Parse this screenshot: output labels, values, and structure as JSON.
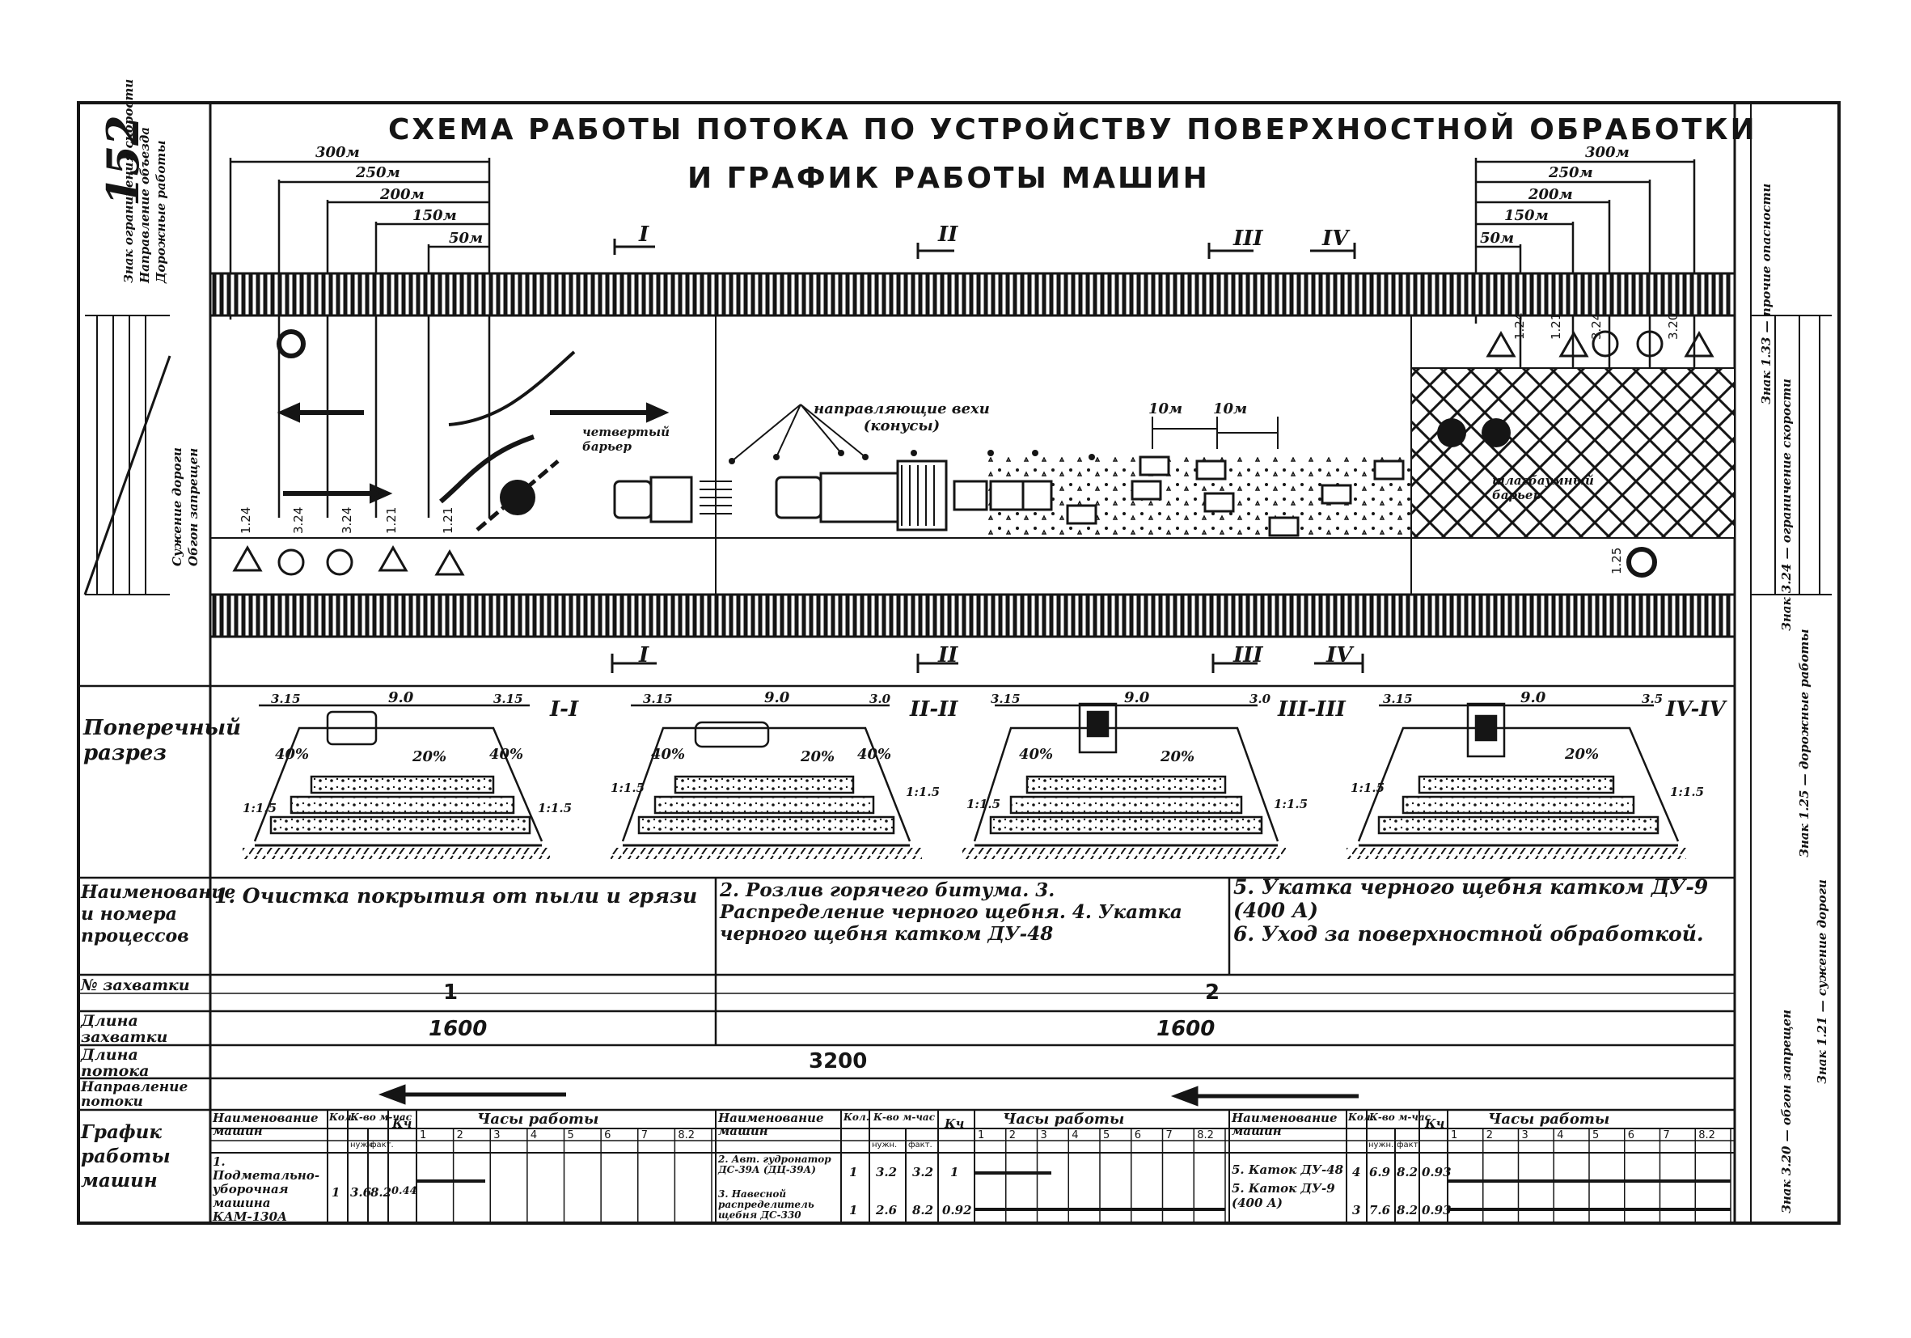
{
  "page_number": "152",
  "title_line1": "СХЕМА РАБОТЫ ПОТОКА ПО УСТРОЙСТВУ ПОВЕРХНОСТНОЙ ОБРАБОТКИ",
  "title_line2": "И ГРАФИК РАБОТЫ МАШИН",
  "distances_left": [
    "300м",
    "250м",
    "200м",
    "150м",
    "50м"
  ],
  "distances_right": [
    "300м",
    "250м",
    "200м",
    "150м",
    "50м"
  ],
  "spacing_labels": [
    "10м",
    "10м"
  ],
  "section_marks_top": [
    "I",
    "II",
    "III",
    "IV"
  ],
  "section_marks_bottom": [
    "I",
    "II",
    "III",
    "IV"
  ],
  "plan_notes": {
    "guide_poles": "направляющие вехи (конусы)",
    "barrier_left": "четвертый барьер",
    "barrier_right": "шлагбаумный барьер"
  },
  "row_labels": {
    "cross_section": "Поперечный разрез",
    "processes": "Наименование и номера процессов",
    "grip_number": "№ захватки",
    "grip_length": "Длина захватки",
    "flow_length": "Длина потока",
    "direction": "Направление потоки",
    "schedule": "График работы машин"
  },
  "cross_sections": [
    {
      "name": "I-I",
      "widths": [
        "3.15",
        "9.0",
        "3.15"
      ],
      "slopes": [
        "40%",
        "20%",
        "40%"
      ],
      "side": [
        "1:1.5",
        "1:1.5"
      ]
    },
    {
      "name": "II-II",
      "widths": [
        "3.15",
        "9.0",
        "3.0"
      ],
      "slopes": [
        "40%",
        "20%",
        "40%"
      ],
      "side": [
        "1:1.5",
        "1:1.5"
      ]
    },
    {
      "name": "III-III",
      "widths": [
        "3.15",
        "9.0",
        "3.0"
      ],
      "slopes": [
        "40%",
        "20%"
      ],
      "side": [
        "1:1.5",
        "1:1.5"
      ]
    },
    {
      "name": "IV-IV",
      "widths": [
        "3.15",
        "9.0",
        "3.5"
      ],
      "slopes": [
        "20%"
      ],
      "side": [
        "1:1.5",
        "1:1.5"
      ]
    }
  ],
  "processes": [
    "1. Очистка покрытия от пыли и грязи",
    "2. Розлив горячего битума. 3. Распределение черного щебня. 4. Укатка черного щебня катком ДУ-48",
    "5. Укатка черного щебня катком ДУ-9 (400 А)",
    "6. Уход за поверхностной обработкой."
  ],
  "grips": [
    "1",
    "2"
  ],
  "grip_lengths": [
    "1600",
    "1600"
  ],
  "flow_length": "3200",
  "schedule_header": {
    "machine": "Наименование машин",
    "count": "Кол.",
    "hours_required": "К-во м-час",
    "hours_unit_a": "нужн.",
    "hours_unit_b": "факт.",
    "coef": "Кч",
    "work_hours": "Часы работы",
    "hour_ticks": [
      "1",
      "2",
      "3",
      "4",
      "5",
      "6",
      "7",
      "8.2"
    ]
  },
  "schedule_groups": [
    {
      "rows": [
        {
          "machine": "1. Подметально-уборочная машина КАМ-130А",
          "count": "1",
          "need": "3.6",
          "fact": "8.2",
          "k": "0.44"
        }
      ]
    },
    {
      "rows": [
        {
          "machine": "2. Авт. гудронатор ДС-39А (ДЦ-39А)",
          "count": "1",
          "need": "3.2",
          "fact": "3.2",
          "k": "1"
        },
        {
          "machine": "3. Навесной распределитель щебня ДС-330",
          "count": "1",
          "need": "2.6",
          "fact": "8.2",
          "k": "0.92"
        }
      ]
    },
    {
      "rows": [
        {
          "machine": "5. Каток ДУ-48",
          "count": "4",
          "need": "6.9",
          "fact": "8.2",
          "k": "0.93"
        },
        {
          "machine": "5. Каток ДУ-9 (400 А)",
          "count": "3",
          "need": "7.6",
          "fact": "8.2",
          "k": "0.93"
        }
      ]
    }
  ],
  "side_notes_left": [
    "Знак ограничения скорости",
    "Направление объезда",
    "Дорожные работы",
    "Сужение дороги",
    "Обгон запрещен"
  ],
  "side_notes_right": [
    "Знак 1.33 — прочие опасности",
    "Знак 3.24 — ограничение скорости",
    "Знак 1.25 — дорожные работы",
    "Знак 1.21 — сужение дороги",
    "Знак 3.20 — обгон запрещен"
  ],
  "sign_codes_left": [
    "1.24",
    "3.24",
    "3.24",
    "1.21",
    "1.21"
  ],
  "sign_codes_right": [
    "1.24",
    "1.21",
    "3.24",
    "3.20",
    "1.25"
  ],
  "colors": {
    "ink": "#151515",
    "paper": "#ffffff"
  }
}
